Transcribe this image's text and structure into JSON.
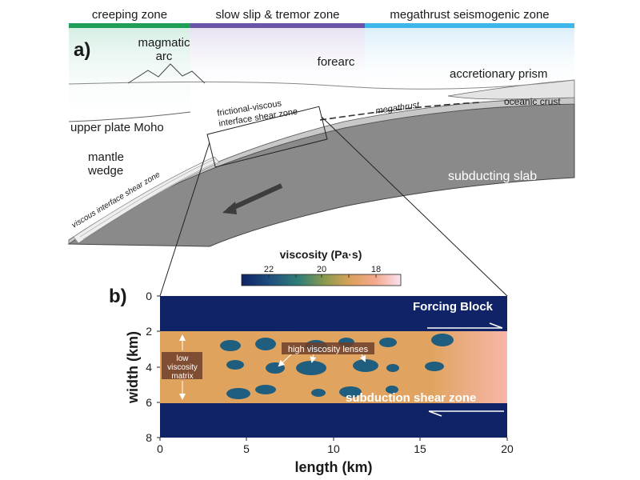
{
  "panel_a": {
    "label": "a)",
    "zones": [
      {
        "name": "creeping zone",
        "color": "#1f9e57"
      },
      {
        "name": "slow slip & tremor zone",
        "color": "#6a54a8"
      },
      {
        "name": "megathrust seismogenic zone",
        "color": "#3fb6ea"
      }
    ],
    "labels": {
      "magmatic_arc_line1": "magmatic",
      "magmatic_arc_line2": "arc",
      "forearc": "forearc",
      "accretionary_prism": "accretionary prism",
      "oceanic_crust": "oceanic crust",
      "megathrust": "megathrust",
      "frictional_viscous_line1": "frictional-viscous",
      "frictional_viscous_line2": "interface shear zone",
      "upper_plate_moho": "upper plate Moho",
      "mantle_wedge_line1": "mantle",
      "mantle_wedge_line2": "wedge",
      "subducting_slab": "subducting slab",
      "viscous_interface": "viscous interface shear zone"
    }
  },
  "panel_b": {
    "label": "b)",
    "colorbar": {
      "title": "viscosity (Pa·s)",
      "ticks": [
        "22",
        "20",
        "18"
      ]
    },
    "x_axis": {
      "label": "length (km)",
      "ticks": [
        "0",
        "5",
        "10",
        "15",
        "20"
      ]
    },
    "y_axis": {
      "label": "width (km)",
      "ticks": [
        "0",
        "2",
        "4",
        "6",
        "8"
      ]
    },
    "labels": {
      "forcing_block": "Forcing Block",
      "shear_zone": "subduction shear zone",
      "high_visc": "high viscosity lenses",
      "low_visc_line1": "low",
      "low_visc_line2": "viscosity",
      "low_visc_line3": "matrix"
    },
    "colors": {
      "dark_blue": "#0f2366",
      "matrix": "#dfa35e",
      "lens": "#1f5e7f",
      "edge_pink": "#f6b2a6"
    }
  }
}
